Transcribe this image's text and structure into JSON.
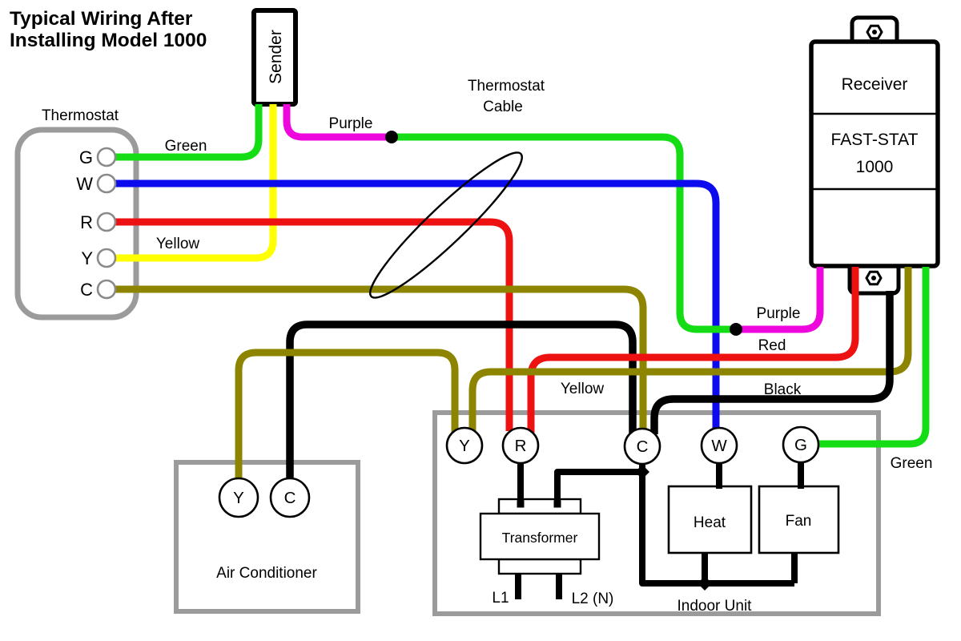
{
  "title": {
    "line1": "Typical Wiring After",
    "line2": "Installing Model 1000"
  },
  "colors": {
    "green": "#15dd15",
    "yellow": "#ffff00",
    "blue": "#0b0bee",
    "red": "#ee1111",
    "purple": "#ee07dd",
    "dark_yellow": "#8d8400",
    "black": "#000000",
    "box_gray": "#9b9b9b",
    "terminal_gray": "#8a8a8a",
    "white": "#ffffff"
  },
  "labels": {
    "thermostat": "Thermostat",
    "sender": "Sender",
    "receiver": "Receiver",
    "fast_stat": "FAST-STAT",
    "model": "1000",
    "cable_line1": "Thermostat",
    "cable_line2": "Cable",
    "green_top": "Green",
    "yellow_top": "Yellow",
    "purple_top": "Purple",
    "purple_mid": "Purple",
    "red_mid": "Red",
    "yellow_mid": "Yellow",
    "black_mid": "Black",
    "green_right": "Green",
    "air_conditioner": "Air Conditioner",
    "indoor_unit": "Indoor Unit",
    "transformer": "Transformer",
    "heat": "Heat",
    "fan": "Fan",
    "l1": "L1",
    "l2": "L2 (N)"
  },
  "terminals": {
    "thermostat": [
      "G",
      "W",
      "R",
      "Y",
      "C"
    ],
    "air_conditioner": [
      "Y",
      "C"
    ],
    "indoor_unit": [
      "Y",
      "R",
      "C",
      "W",
      "G"
    ]
  }
}
